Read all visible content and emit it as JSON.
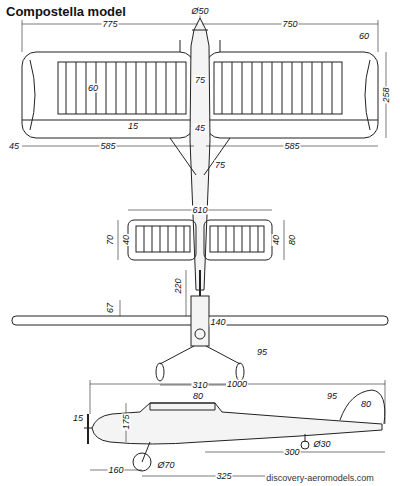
{
  "diagram": {
    "title": "Compostella model",
    "labels": [
      "Ø50",
      "775",
      "750",
      "60",
      "258",
      "75",
      "60",
      "15",
      "45",
      "45",
      "585",
      "585",
      "75",
      "610",
      "70",
      "40",
      "40",
      "80",
      "67",
      "220",
      "140",
      "310",
      "95",
      "1000",
      "80",
      "175",
      "95",
      "80",
      "300",
      "325",
      "160",
      "Ø70",
      "Ø30",
      "15",
      "discovery-aeromodels.com"
    ]
  }
}
